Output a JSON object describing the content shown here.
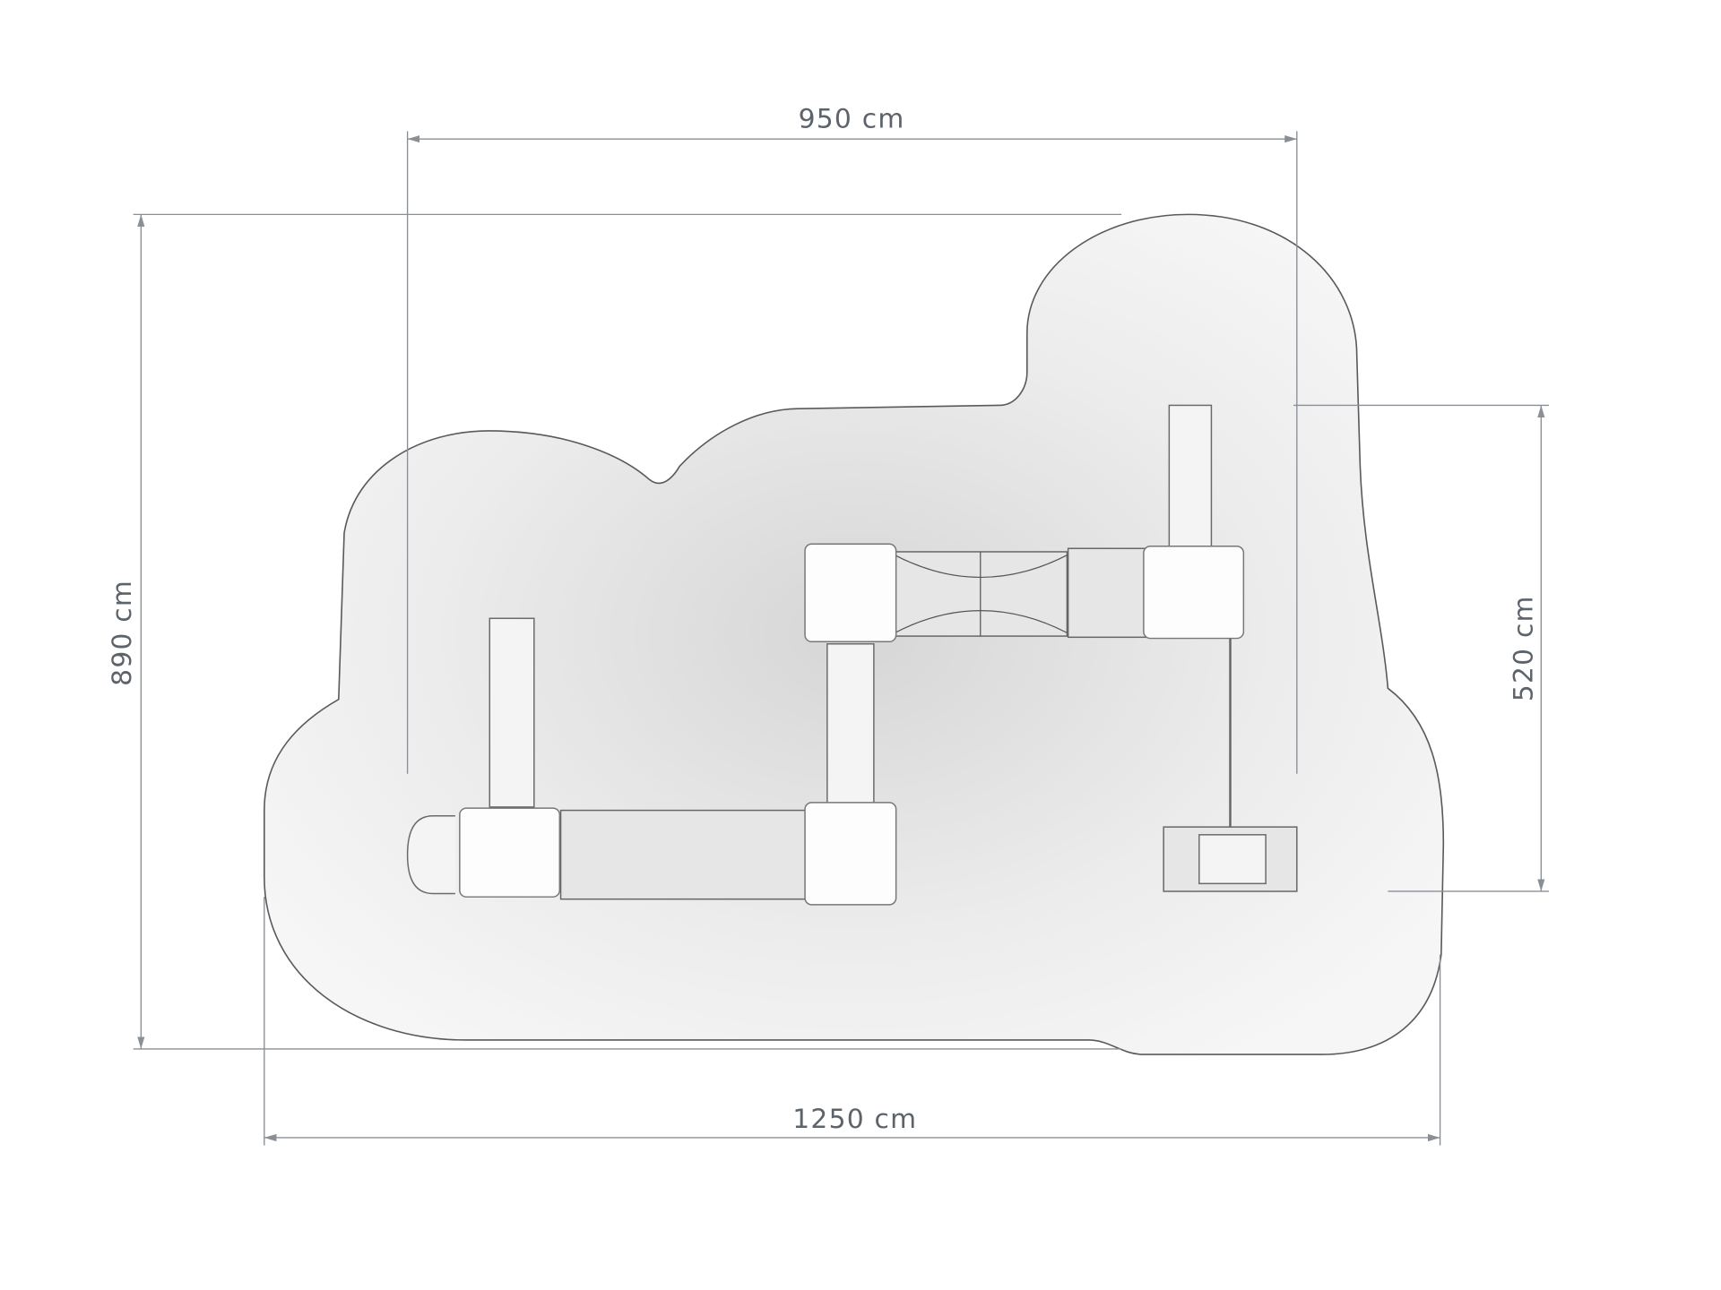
{
  "drawing": {
    "dimensions": {
      "top_width": "950 cm",
      "overall_height": "890 cm",
      "right_height": "520 cm",
      "overall_width": "1250 cm"
    },
    "colors": {
      "outline": "#5a5a5a",
      "dimension": "#8a8f96",
      "surface": "#eeeeee"
    }
  }
}
